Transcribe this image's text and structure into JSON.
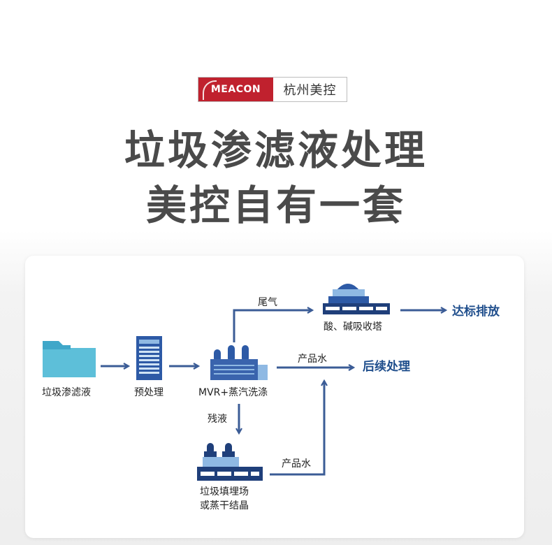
{
  "logo": {
    "brand": "MEACON",
    "name_cn": "杭州美控"
  },
  "heading": {
    "line1": "垃圾渗滤液处理",
    "line2": "美控自有一套"
  },
  "diagram": {
    "nodes": {
      "leachate": "垃圾渗滤液",
      "pretreatment": "预处理",
      "mvr": "MVR+蒸汽洗涤",
      "scrubber": "酸、碱吸收塔",
      "landfill_line1": "垃圾填埋场",
      "landfill_line2": "或蒸干结晶"
    },
    "edges": {
      "tail_gas": "尾气",
      "product_water_1": "产品水",
      "residue": "残液",
      "product_water_2": "产品水"
    },
    "outputs": {
      "discharge": "达标排放",
      "post_treatment": "后续处理"
    }
  },
  "colors": {
    "brand_red": "#c0212e",
    "flow_blue": "#3b5c96",
    "dark_navy": "#1f3f7a",
    "light_blue": "#8fb9e3",
    "cyan": "#4fb3cf",
    "heading_gray": "#4a4a4a"
  }
}
